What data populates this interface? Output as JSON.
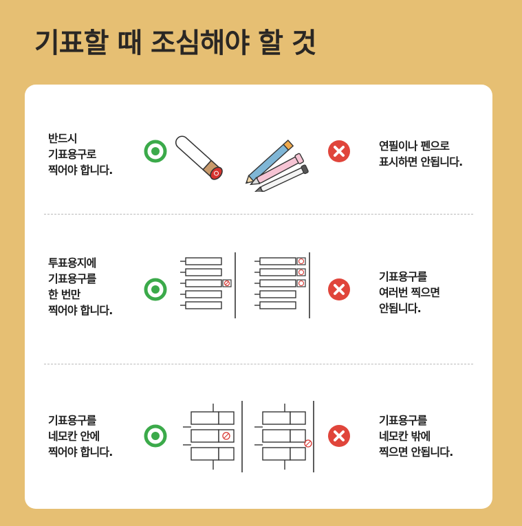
{
  "title": "기표할 때 조심해야 할 것",
  "colors": {
    "background": "#E6BF73",
    "card": "#FFFFFF",
    "ok_mark": "#3BAA4A",
    "no_mark": "#E0453B",
    "stamp_red": "#D6332E"
  },
  "rows": [
    {
      "do_lines": [
        "반드시",
        "기표용구로",
        "찍어야 합니다."
      ],
      "dont_lines": [
        "연필이나 펜으로",
        "표시하면 안됩니다."
      ],
      "do_icon": "stamp-tool-icon",
      "dont_icon": "pencil-and-pen-icon"
    },
    {
      "do_lines": [
        "투표용지에",
        "기표용구를",
        "한 번만",
        "찍어야 합니다."
      ],
      "dont_lines": [
        "기표용구를",
        "여러번 찍으면",
        "안됩니다."
      ],
      "do_icon": "ballot-single-stamp-icon",
      "dont_icon": "ballot-multiple-stamps-icon"
    },
    {
      "do_lines": [
        "기표용구를",
        "네모칸 안에",
        "찍어야 합니다."
      ],
      "dont_lines": [
        "기표용구를",
        "네모칸 밖에",
        "찍으면 안됩니다."
      ],
      "do_icon": "ballot-stamp-inside-box-icon",
      "dont_icon": "ballot-stamp-outside-box-icon"
    }
  ]
}
